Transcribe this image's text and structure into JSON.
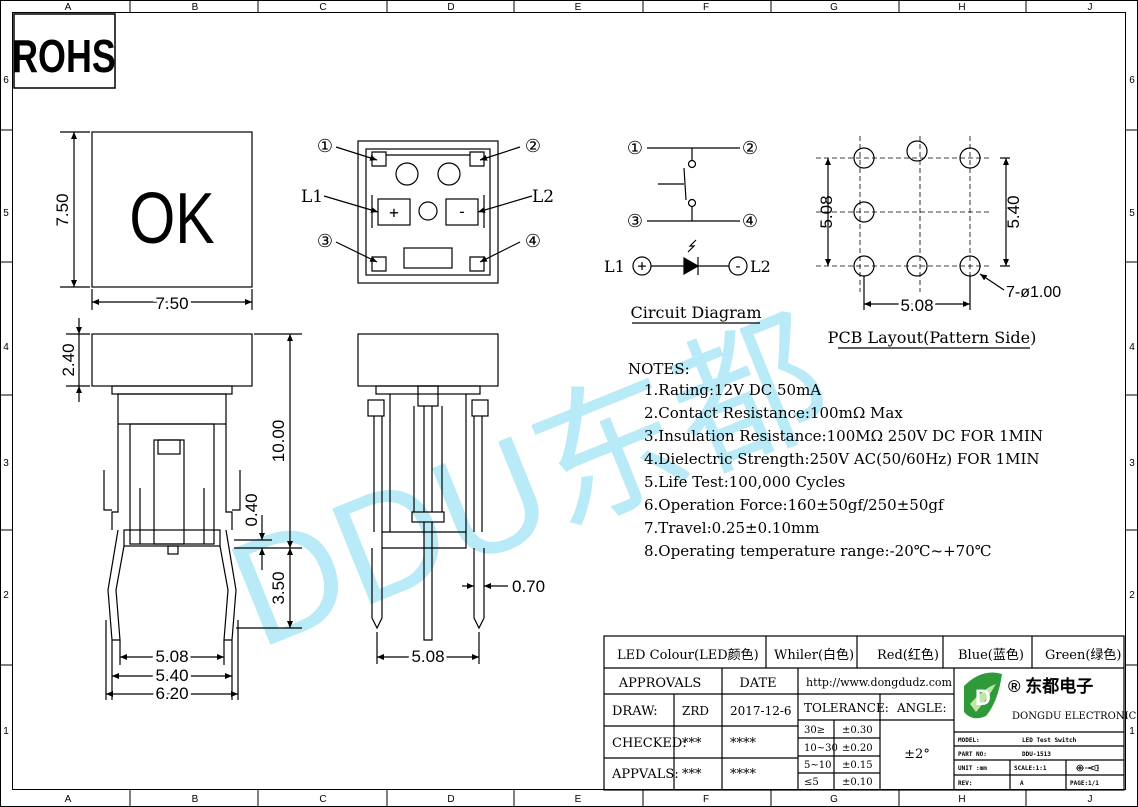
{
  "border": {
    "cols": [
      "A",
      "B",
      "C",
      "D",
      "E",
      "F",
      "G",
      "H",
      "J"
    ],
    "rows": [
      "6",
      "5",
      "4",
      "3",
      "2",
      "1"
    ]
  },
  "rohs": "ROHS",
  "watermark": "DDU东都",
  "cap_text": "OK",
  "dims": {
    "d750v": "7.50",
    "d750h": "7.50",
    "d240": "2.40",
    "d1000": "10.00",
    "d040": "0.40",
    "d350": "3.50",
    "d070": "0.70",
    "d508a": "5.08",
    "d540a": "5.40",
    "d620": "6.20",
    "d508b": "5.08",
    "pcb508v": "5.08",
    "pcb540v": "5.40",
    "pcb508h": "5.08",
    "pcbhole": "7-ø1.00"
  },
  "pins": {
    "p1": "①",
    "p2": "②",
    "p3": "③",
    "p4": "④",
    "l1": "L1",
    "l2": "L2",
    "plus": "+",
    "minus": "-"
  },
  "circuit": {
    "p1": "①",
    "p2": "②",
    "p3": "③",
    "p4": "④",
    "l1": "L1",
    "l2": "L2",
    "plus": "+",
    "minus": "-",
    "title": "Circuit Diagram"
  },
  "pcb_title": "PCB Layout(Pattern Side)",
  "notes": {
    "title": "NOTES:",
    "items": [
      "1.Rating:12V DC 50mA",
      "2.Contact Resistance:100mΩ  Max",
      "3.Insulation Resistance:100MΩ  250V DC FOR 1MIN",
      "4.Dielectric Strength:250V AC(50/60Hz) FOR 1MIN",
      "5.Life Test:100,000 Cycles",
      "6.Operation Force:160±50gf/250±50gf",
      "7.Travel:0.25±0.10mm",
      "8.Operating temperature range:-20℃~+70℃"
    ]
  },
  "colors_row": {
    "label": "LED Colour(LED颜色)",
    "white": "Whiler(白色)",
    "red": "Red(红色)",
    "blue": "Blue(蓝色)",
    "green": "Green(绿色)"
  },
  "title_block": {
    "approvals": "APPROVALS",
    "date": "DATE",
    "url": "http://www.dongdudz.com",
    "draw": "DRAW:",
    "draw_name": "ZRD",
    "draw_date": "2017-12-6",
    "checked": "CHECKED:",
    "checked_name": "***",
    "checked_date": "****",
    "appvals": "APPVALS:",
    "appvals_name": "***",
    "appvals_date": "****",
    "tolerance": "TOLERANCE:",
    "angle": "ANGLE:",
    "angle_val": "±2°",
    "tol_rows": [
      [
        "30≥",
        "±0.30"
      ],
      [
        "10~30",
        "±0.20"
      ],
      [
        "5~10",
        "±0.15"
      ],
      [
        "≤5",
        "±0.10"
      ]
    ],
    "company_cn": "® 东都电子",
    "company_en": "DONGDU ELECTRONICS",
    "model_label": "MODEL:",
    "model_val": "LED Test Switch",
    "partno_label": "PART NO:",
    "partno_val": "DDU-1513",
    "unit_label": "UNIT :mm",
    "scale_label": "SCALE:1:1",
    "rev_label": "REV:",
    "rev_val": "A",
    "page_label": "PAGE:1/1"
  },
  "colors": {
    "line": "#000000",
    "watermark": "#7fd8f0",
    "logo_green": "#2e9a3a"
  }
}
